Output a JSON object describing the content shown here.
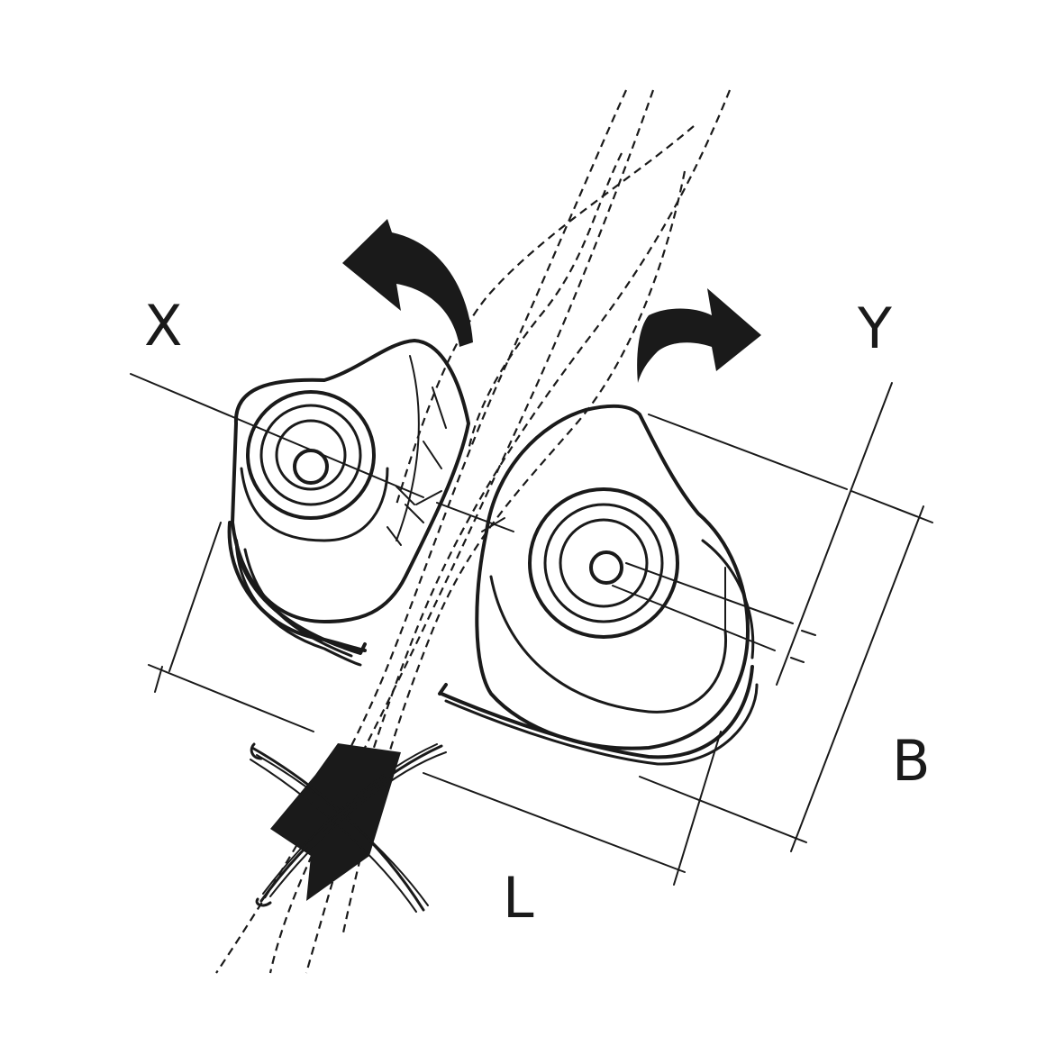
{
  "diagram": {
    "labels": {
      "x": "X",
      "y": "Y",
      "b": "B",
      "l": "L"
    },
    "colors": {
      "ink": "#1a1a1a",
      "background": "#ffffff"
    },
    "icons": [
      "curved-arrow-left-icon",
      "curved-arrow-right-icon",
      "wrong-direction-arrow-icon",
      "cross-out-mark-icon"
    ]
  }
}
